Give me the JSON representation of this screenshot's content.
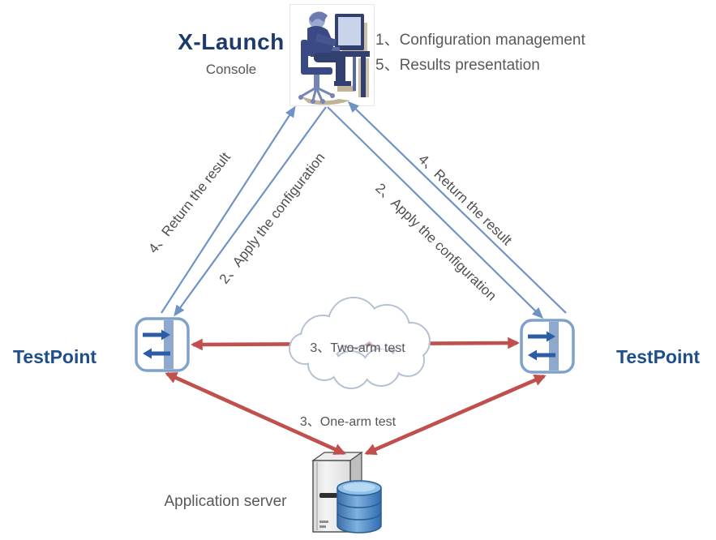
{
  "console": {
    "name": "X-Launch",
    "subtitle": "Console",
    "icon": "operator-at-desk"
  },
  "console_functions": [
    "1、Configuration management",
    "5、Results presentation"
  ],
  "edges": {
    "return_result": "4、Return the result",
    "apply_configuration": "2、Apply the configuration",
    "two_arm_test": "3、Two-arm test",
    "one_arm_test": "3、One-arm test"
  },
  "nodes": {
    "testpoint_left": "TestPoint",
    "testpoint_right": "TestPoint",
    "application_server": "Application server"
  },
  "colors": {
    "blue_connector": "#6f93c4",
    "red_connector": "#c0504d",
    "brand_blue": "#1e3a6d",
    "node_label_blue": "#1f4e8c",
    "gray_text": "#595959",
    "testpoint_border": "#7ea2cd",
    "testpoint_bar": "#8ea9cd",
    "testpoint_arrow": "#2a5da5"
  }
}
